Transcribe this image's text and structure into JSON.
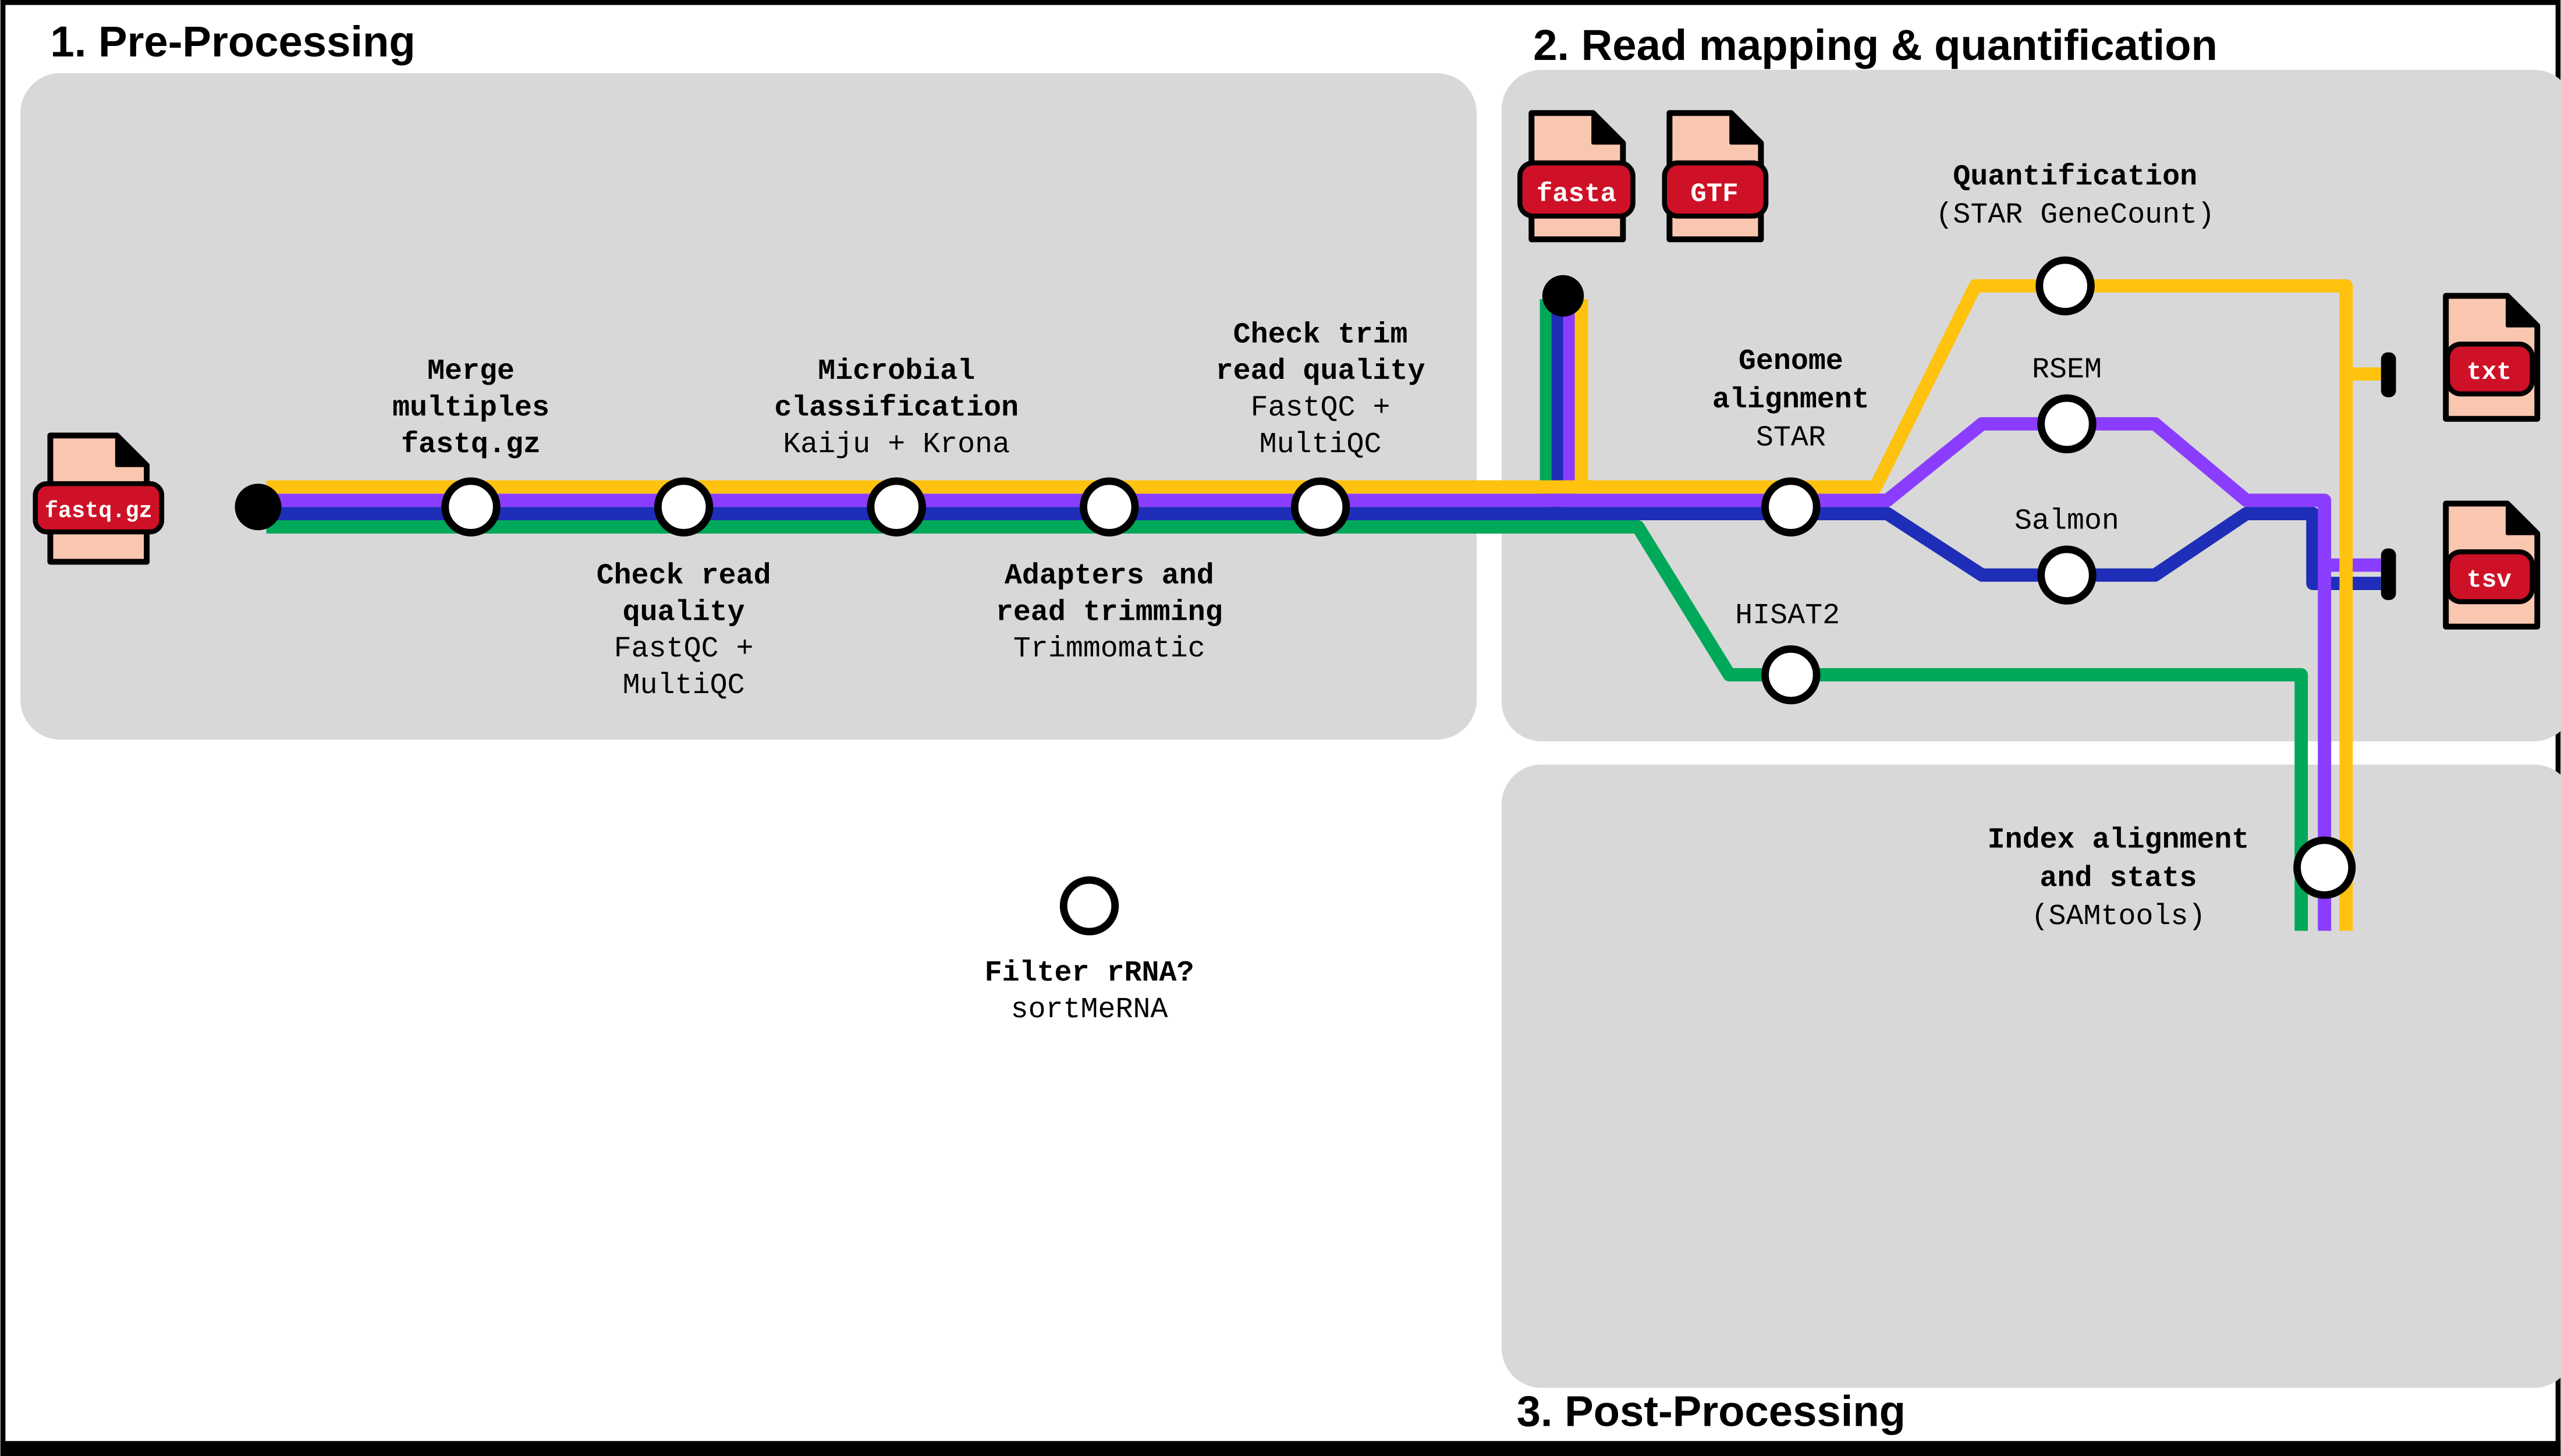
{
  "headings": {
    "pre": "1. Pre-Processing",
    "map": "2. Read mapping & quantification",
    "post": "3. Post-Processing"
  },
  "colors": {
    "yellow": "#FFC20E",
    "purple": "#8B3DFF",
    "blue": "#1E2EB8",
    "green": "#00A859",
    "panel": "#D8D8D8",
    "file_fill": "#F9C6B0",
    "badge": "#CE1126"
  },
  "files": {
    "fastq_gz": "fastq.gz",
    "fasta": "fasta",
    "gtf": "GTF",
    "txt": "txt",
    "tsv": "tsv"
  },
  "stations": {
    "merge": {
      "l1": "Merge",
      "l2": "multiples",
      "l3": "fastq.gz"
    },
    "check_read": {
      "l1": "Check read",
      "l2": "quality",
      "t1": "FastQC +",
      "t2": "MultiQC"
    },
    "microbial": {
      "l1": "Microbial",
      "l2": "classification",
      "t1": "Kaiju + Krona"
    },
    "adapters": {
      "l1": "Adapters and",
      "l2": "read trimming",
      "t1": "Trimmomatic"
    },
    "check_trim": {
      "l1": "Check trim",
      "l2": "read quality",
      "t1": "FastQC +",
      "t2": "MultiQC"
    },
    "filter_rrna": {
      "l1": "Filter rRNA?",
      "t1": "sortMeRNA"
    },
    "genome_alignment": {
      "l1": "Genome",
      "l2": "alignment",
      "t1": "STAR"
    },
    "quantification": {
      "l1": "Quantification",
      "t1": "(STAR GeneCount)"
    },
    "rsem": {
      "t1": "RSEM"
    },
    "salmon": {
      "t1": "Salmon"
    },
    "hisat2": {
      "t1": "HISAT2"
    },
    "index_stats": {
      "l1": "Index alignment",
      "l2": "and stats",
      "t1": "(SAMtools)"
    }
  }
}
